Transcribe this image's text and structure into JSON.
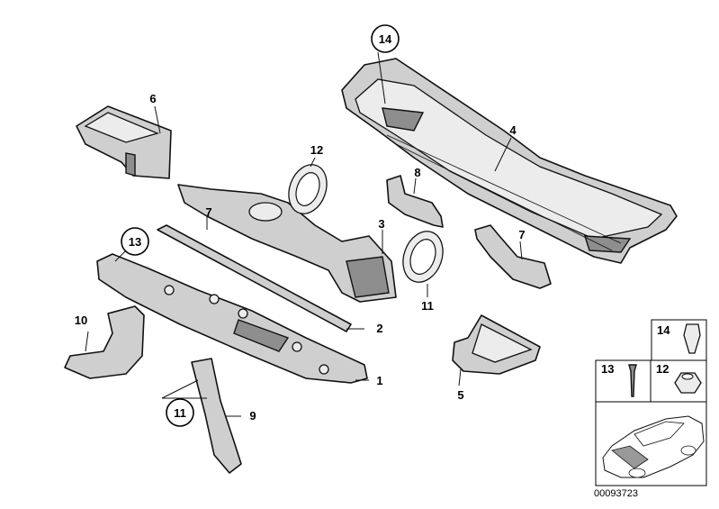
{
  "diagram_id": "00093723",
  "callouts": [
    {
      "id": "1",
      "label": "1"
    },
    {
      "id": "2",
      "label": "2"
    },
    {
      "id": "3",
      "label": "3"
    },
    {
      "id": "4",
      "label": "4"
    },
    {
      "id": "5",
      "label": "5"
    },
    {
      "id": "6",
      "label": "6"
    },
    {
      "id": "7a",
      "label": "7"
    },
    {
      "id": "7b",
      "label": "7"
    },
    {
      "id": "8",
      "label": "8"
    },
    {
      "id": "9",
      "label": "9"
    },
    {
      "id": "10",
      "label": "10"
    },
    {
      "id": "11a",
      "label": "11"
    },
    {
      "id": "11b",
      "label": "11"
    },
    {
      "id": "12",
      "label": "12"
    },
    {
      "id": "13",
      "label": "13"
    },
    {
      "id": "14",
      "label": "14"
    }
  ],
  "legend": {
    "cell_14": "14",
    "cell_13": "13",
    "cell_12": "12"
  }
}
